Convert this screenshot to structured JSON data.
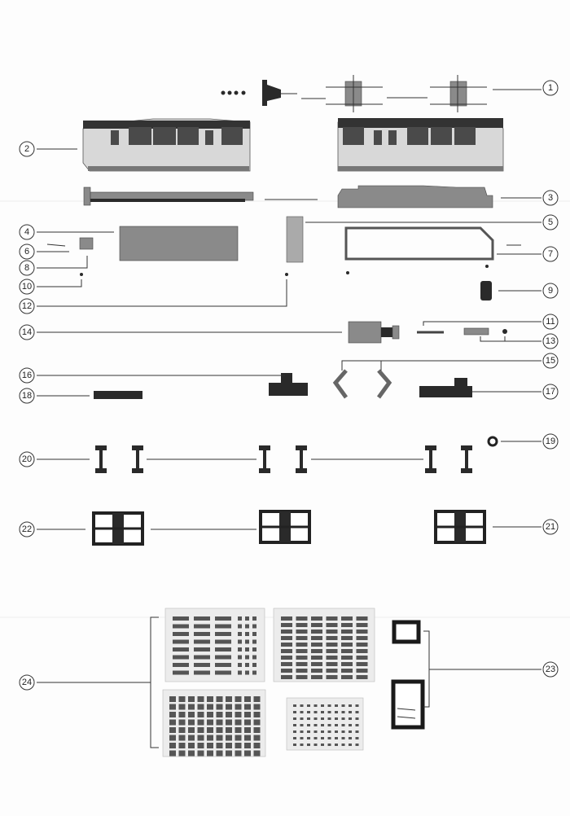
{
  "diagram": {
    "type": "exploded-parts-diagram",
    "callouts": [
      "1",
      "2",
      "3",
      "4",
      "5",
      "6",
      "7",
      "8",
      "9",
      "10",
      "11",
      "12",
      "13",
      "14",
      "15",
      "16",
      "17",
      "18",
      "19",
      "20",
      "21",
      "22",
      "23",
      "24"
    ]
  }
}
